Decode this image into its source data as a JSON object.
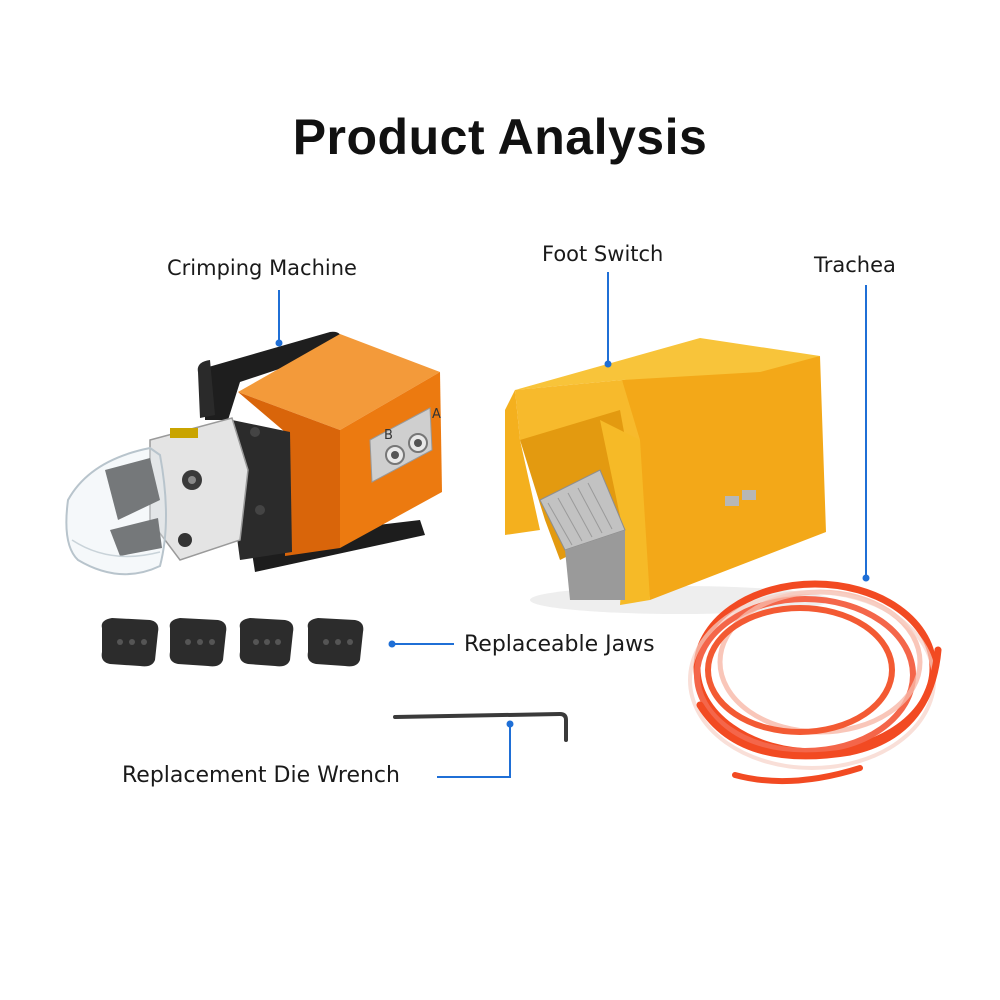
{
  "title": "Product Analysis",
  "labels": {
    "crimping_machine": "Crimping Machine",
    "foot_switch": "Foot Switch",
    "trachea": "Trachea",
    "replaceable_jaws": "Replaceable Jaws",
    "replacement_die_wrench": "Replacement Die Wrench"
  },
  "machine_ports": {
    "port_b": "B",
    "port_a": "A"
  },
  "colors": {
    "leader_line": "#1f6fd6",
    "machine_orange": "#f07d12",
    "switch_yellow": "#f5b51c",
    "tube_orange": "#f24a22"
  }
}
